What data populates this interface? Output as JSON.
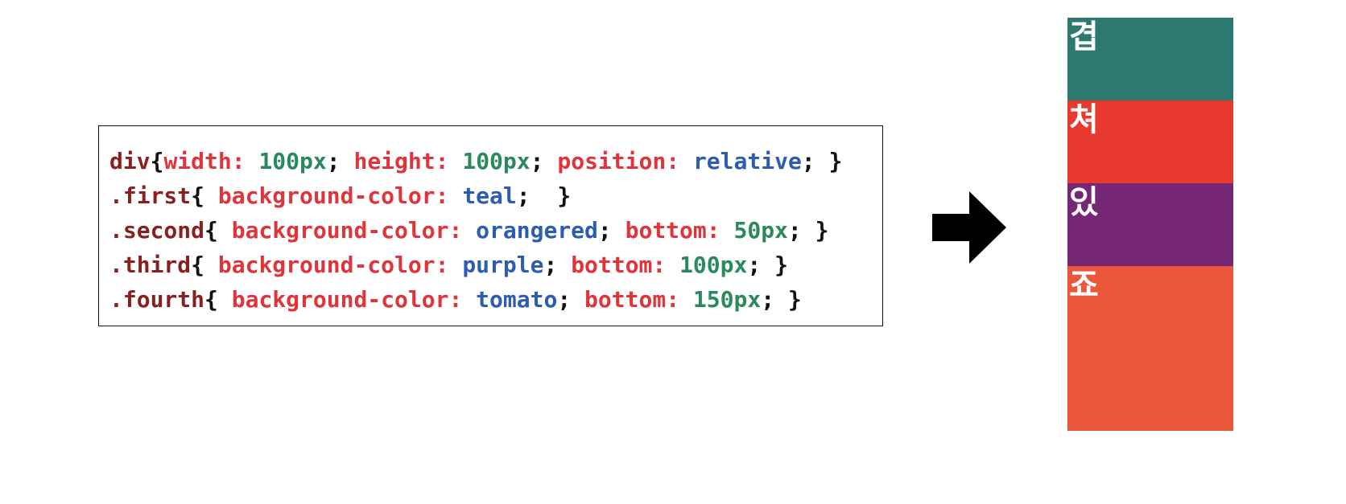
{
  "code_lines": [
    [
      {
        "t": "div",
        "k": "selector"
      },
      {
        "t": "{",
        "k": "punct"
      },
      {
        "t": "width:",
        "k": "property"
      },
      {
        "t": " ",
        "k": "punct"
      },
      {
        "t": "100px",
        "k": "number"
      },
      {
        "t": "; ",
        "k": "punct"
      },
      {
        "t": "height:",
        "k": "property"
      },
      {
        "t": " ",
        "k": "punct"
      },
      {
        "t": "100px",
        "k": "number"
      },
      {
        "t": "; ",
        "k": "punct"
      },
      {
        "t": "position:",
        "k": "property"
      },
      {
        "t": " ",
        "k": "punct"
      },
      {
        "t": "relative",
        "k": "keyword"
      },
      {
        "t": "; }",
        "k": "punct"
      }
    ],
    [
      {
        "t": ".first",
        "k": "selector"
      },
      {
        "t": "{ ",
        "k": "punct"
      },
      {
        "t": "background-color:",
        "k": "property"
      },
      {
        "t": " ",
        "k": "punct"
      },
      {
        "t": "teal",
        "k": "keyword"
      },
      {
        "t": ";  }",
        "k": "punct"
      }
    ],
    [
      {
        "t": ".second",
        "k": "selector"
      },
      {
        "t": "{ ",
        "k": "punct"
      },
      {
        "t": "background-color:",
        "k": "property"
      },
      {
        "t": " ",
        "k": "punct"
      },
      {
        "t": "orangered",
        "k": "keyword"
      },
      {
        "t": "; ",
        "k": "punct"
      },
      {
        "t": "bottom:",
        "k": "property"
      },
      {
        "t": " ",
        "k": "punct"
      },
      {
        "t": "50px",
        "k": "number"
      },
      {
        "t": "; }",
        "k": "punct"
      }
    ],
    [
      {
        "t": ".third",
        "k": "selector"
      },
      {
        "t": "{ ",
        "k": "punct"
      },
      {
        "t": "background-color:",
        "k": "property"
      },
      {
        "t": " ",
        "k": "punct"
      },
      {
        "t": "purple",
        "k": "keyword"
      },
      {
        "t": "; ",
        "k": "punct"
      },
      {
        "t": "bottom:",
        "k": "property"
      },
      {
        "t": " ",
        "k": "punct"
      },
      {
        "t": "100px",
        "k": "number"
      },
      {
        "t": "; }",
        "k": "punct"
      }
    ],
    [
      {
        "t": ".fourth",
        "k": "selector"
      },
      {
        "t": "{ ",
        "k": "punct"
      },
      {
        "t": "background-color:",
        "k": "property"
      },
      {
        "t": " ",
        "k": "punct"
      },
      {
        "t": "tomato",
        "k": "keyword"
      },
      {
        "t": "; ",
        "k": "punct"
      },
      {
        "t": "bottom:",
        "k": "property"
      },
      {
        "t": " ",
        "k": "punct"
      },
      {
        "t": "150px",
        "k": "number"
      },
      {
        "t": "; }",
        "k": "punct"
      }
    ]
  ],
  "result_blocks": [
    {
      "char": "겹",
      "color": "#2e7872",
      "visible_share": 0.2
    },
    {
      "char": "쳐",
      "color": "#e7392e",
      "visible_share": 0.2
    },
    {
      "char": "있",
      "color": "#752775",
      "visible_share": 0.2
    },
    {
      "char": "죠",
      "color": "#eb573a",
      "visible_share": 0.4
    }
  ],
  "arrow_icon": "right-arrow-icon",
  "colors": {
    "selector": "#8a1f1f",
    "property": "#e0343a",
    "number": "#2a8a5c",
    "keyword": "#2c5db0",
    "punct": "#111111",
    "arrow": "#000000"
  }
}
